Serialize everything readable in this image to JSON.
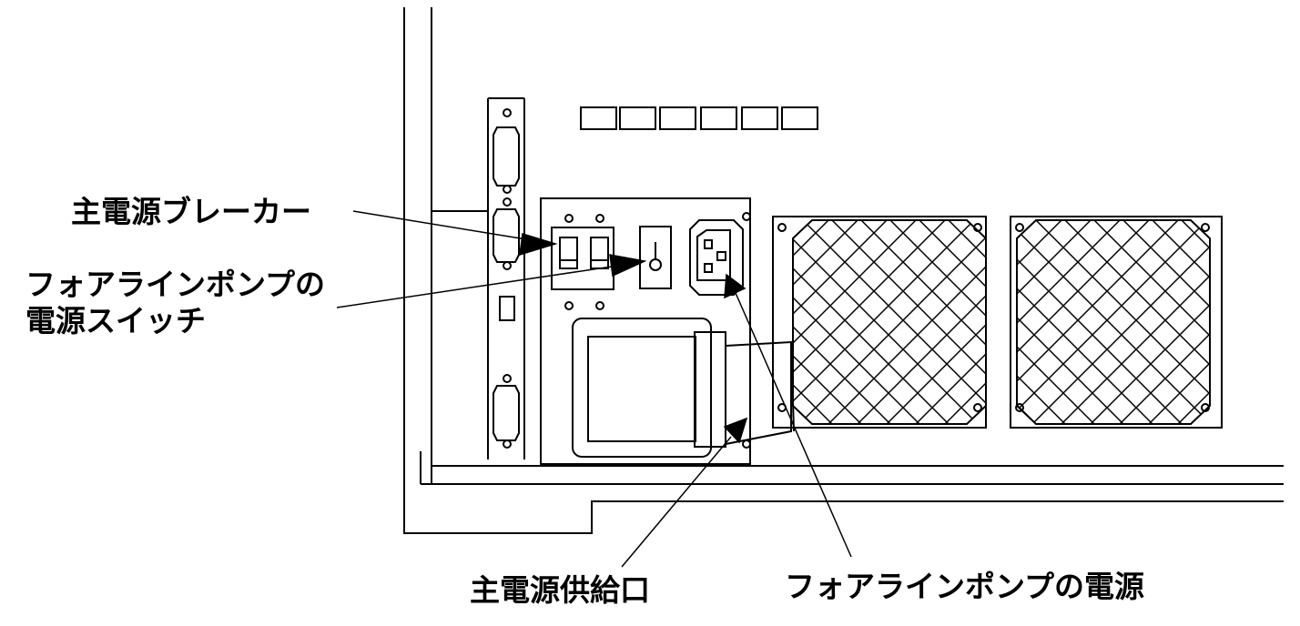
{
  "labels": {
    "main_breaker": "主電源ブレーカー",
    "foreline_switch_line1": "フォアラインポンプの",
    "foreline_switch_line2": "電源スイッチ",
    "main_inlet": "主電源供給口",
    "foreline_power": "フォアラインポンプの電源"
  },
  "colors": {
    "line": "#000000",
    "background": "#ffffff"
  }
}
